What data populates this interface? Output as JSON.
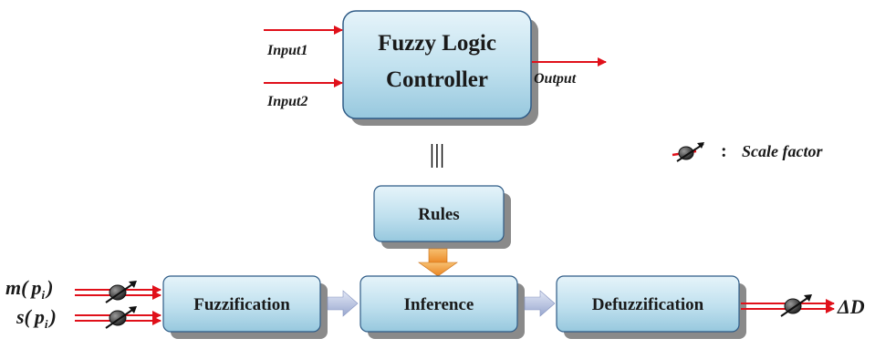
{
  "top": {
    "block_line1": "Fuzzy Logic",
    "block_line2": "Controller",
    "input1": "Input1",
    "input2": "Input2",
    "output": "Output"
  },
  "equivalence_symbol": "|||",
  "legend": {
    "separator": ":",
    "label": "Scale factor"
  },
  "bottom": {
    "input_m_prefix": "m(",
    "input_s_prefix": "s(",
    "input_var": "p",
    "input_sub": "i",
    "input_suffix": ")",
    "fuzzification": "Fuzzification",
    "rules": "Rules",
    "inference": "Inference",
    "defuzzification": "Defuzzification",
    "output": "ΔD"
  },
  "colors": {
    "box_fill_top": "#dbeef6",
    "box_fill_bottom": "#9fcfe2",
    "box_border": "#2e5b86",
    "box_shadow": "#7f7f7f",
    "signal_arrow": "#e0101a",
    "inter_arrow": "#a8b6d8",
    "rules_arrow": "#f39a2f",
    "text": "#1a1a1a"
  }
}
